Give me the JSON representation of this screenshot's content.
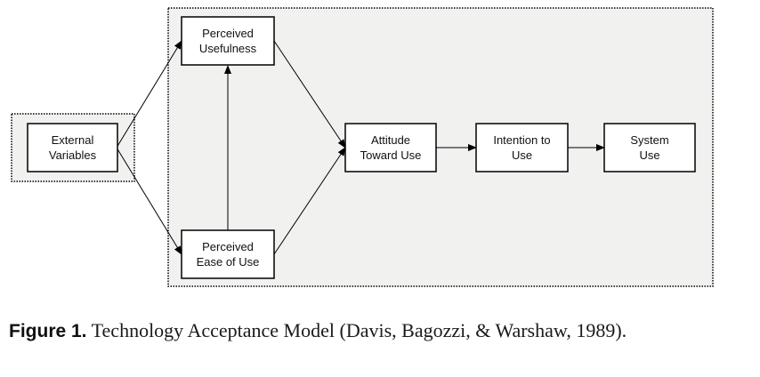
{
  "diagram": {
    "nodes": {
      "external_variables": [
        "External",
        "Variables"
      ],
      "perceived_usefulness": [
        "Perceived",
        "Usefulness"
      ],
      "perceived_ease_of_use": [
        "Perceived",
        "Ease of Use"
      ],
      "attitude_toward_use": [
        "Attitude",
        "Toward Use"
      ],
      "intention_to_use": [
        "Intention to",
        "Use"
      ],
      "system_use": [
        "System",
        "Use"
      ]
    },
    "edges": [
      {
        "from": "external_variables",
        "to": "perceived_usefulness"
      },
      {
        "from": "external_variables",
        "to": "perceived_ease_of_use"
      },
      {
        "from": "perceived_ease_of_use",
        "to": "perceived_usefulness"
      },
      {
        "from": "perceived_usefulness",
        "to": "attitude_toward_use"
      },
      {
        "from": "perceived_ease_of_use",
        "to": "attitude_toward_use"
      },
      {
        "from": "attitude_toward_use",
        "to": "intention_to_use"
      },
      {
        "from": "intention_to_use",
        "to": "system_use"
      }
    ],
    "colors": {
      "panel_fill": "#f1f1f0",
      "border": "#000000"
    }
  },
  "caption": {
    "label": "Figure 1.",
    "text": " Technology Acceptance Model (Davis, Bagozzi, & Warshaw, 1989)."
  }
}
